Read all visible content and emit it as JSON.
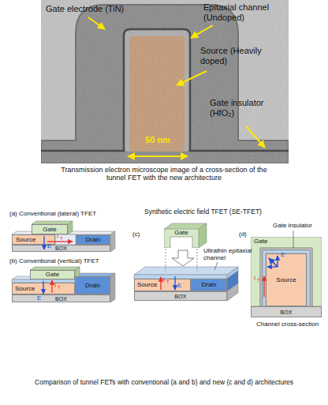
{
  "diagram": {
    "caption": "Comparison of tunnel FETs with conventional (a and b) and new (c and d) architectures",
    "nodes": [
      {
        "text": [
          "Gate"
        ]
      },
      {
        "text": [
          "Source"
        ]
      },
      {
        "text": [
          "Drain"
        ]
      },
      {
        "text": [
          "BOX"
        ]
      },
      {
        "text": [
          "Gate"
        ]
      },
      {
        "text": [
          "Source"
        ]
      },
      {
        "text": [
          "Drain"
        ]
      },
      {
        "text": [
          "BOX"
        ]
      },
      {
        "text": [
          "Gate"
        ]
      },
      {
        "text": [
          "Source"
        ]
      },
      {
        "text": [
          "Drain"
        ]
      },
      {
        "text": [
          "BOX"
        ]
      },
      {
        "text": [
          "Gate"
        ]
      },
      {
        "text": [
          "Source"
        ],
        "in": 12
      },
      {
        "text": [
          "BOX"
        ]
      }
    ],
    "labels": [
      "Gate electrode (TiN)",
      "Epitaxial channel (Undoped)",
      "Source (Heavily doped)",
      "Gate insulator (HfO₂)",
      "50 nm",
      "Transmission electron microscope image of a cross-section of the tunnel FET with the new architecture",
      "(a) Conventional (lateral) TFET",
      "I",
      "T",
      "E",
      "(b) Conventional (vertical) TFET",
      "I",
      "T",
      "E",
      "Synthetic electric field TFET (SE-TFET)",
      "(c)",
      "Ultrathin epitaxial channel",
      "I",
      "T",
      "E",
      "(d)",
      "Gate insulator",
      "I",
      "T",
      "E",
      "Channel cross-section"
    ]
  }
}
